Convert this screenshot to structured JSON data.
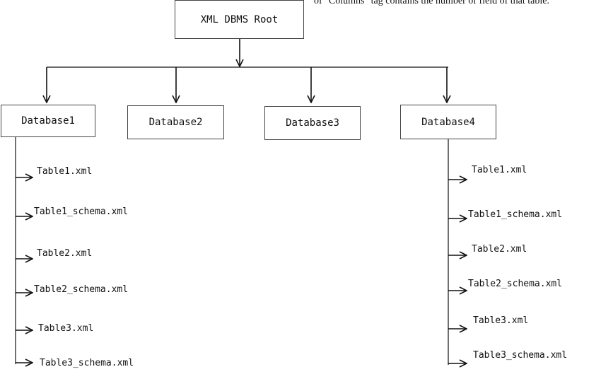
{
  "root": {
    "label": "XML DBMS Root"
  },
  "note": "of \"Columns\" tag contains the number of field of that table.",
  "databases": [
    {
      "label": "Database1"
    },
    {
      "label": "Database2"
    },
    {
      "label": "Database3"
    },
    {
      "label": "Database4"
    }
  ],
  "db1_files": [
    "Table1.xml",
    "Table1_schema.xml",
    "Table2.xml",
    "Table2_schema.xml",
    "Table3.xml",
    "Table3_schema.xml"
  ],
  "db4_files": [
    "Table1.xml",
    "Table1_schema.xml",
    "Table2.xml",
    "Table2_schema.xml",
    "Table3.xml",
    "Table3_schema.xml"
  ]
}
